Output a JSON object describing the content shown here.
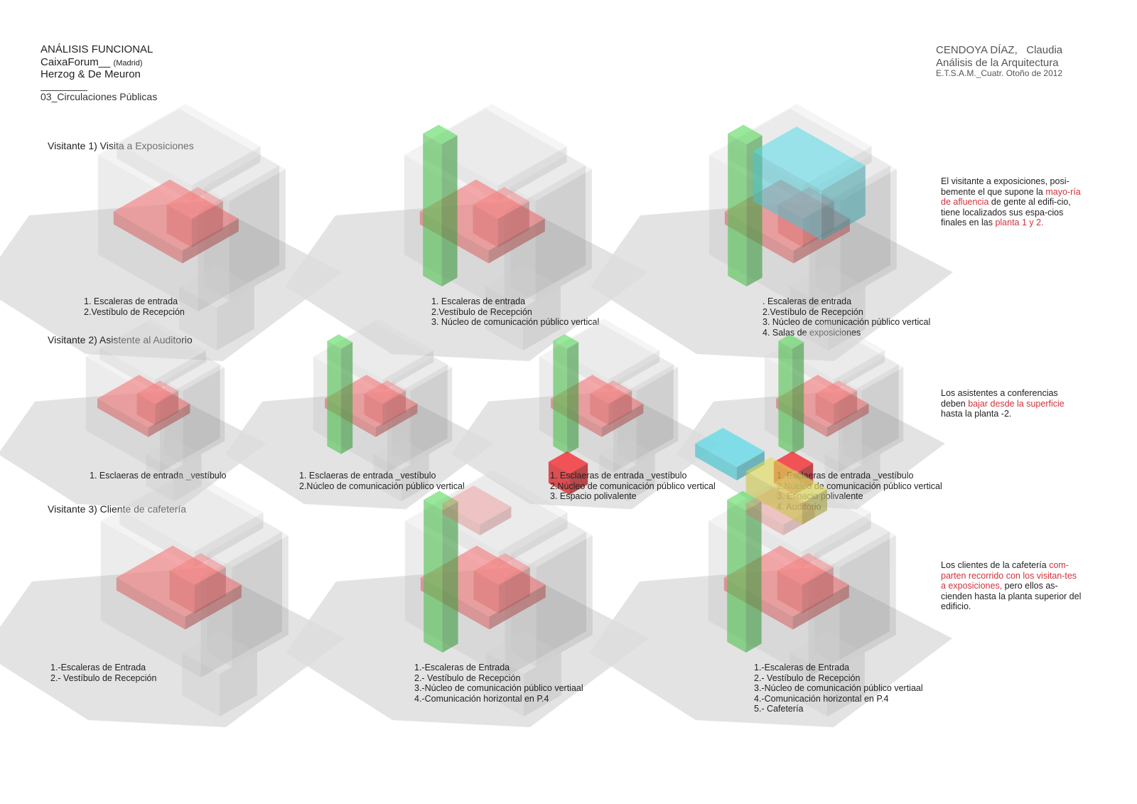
{
  "header": {
    "left": {
      "line1": "ANÁLISIS FUNCIONAL",
      "line2_main": "CaixaForum__",
      "line2_small": "(Madrid)",
      "line3": "Herzog & De Meuron",
      "line4": "03_Circulaciones Públicas"
    },
    "right": {
      "name_main": "CENDOYA DÍAZ,",
      "name_first": "Claudia",
      "course": "Análisis de la  Arquitectura",
      "school": "E.T.S.A.M._Cuatr. Otoño de 2012"
    }
  },
  "colors": {
    "vestibule": "#d96b6b",
    "vertical_core": "#4cc24f",
    "exhibition": "#4cc3cf",
    "multipurpose": "#d8282c",
    "cafeteria": "#c9c64a",
    "building": "#bcbcbc",
    "shadow": "#dcdcdc",
    "highlight_text": "#d0333a"
  },
  "sections": [
    {
      "title": "Visitante 1) Visita a Exposiciones",
      "diagrams": [
        {
          "captions": [
            "1. Escaleras de entrada",
            "2.Vestíbulo de Recepción"
          ]
        },
        {
          "captions": [
            "1. Escaleras de entrada",
            "2.Vestíbulo de Recepción",
            "3. Núcleo de comunicación público vertical"
          ]
        },
        {
          "captions": [
            ". Escaleras de entrada",
            "2.Vestíbulo de Recepción",
            "3. Núcleo de comunicación público vertical",
            "4. Salas de exposiciones"
          ]
        }
      ],
      "note": {
        "t1": "El visitante a exposiciones, posi-bemente el que supone la ",
        "h1": "mayo-ría de afluencia",
        "t2": " de gente al edifi-cio, tiene localizados sus espa-cios finales en las ",
        "h2": "planta 1 y 2."
      }
    },
    {
      "title": "Visitante 2) Asistente al  Auditorio",
      "diagrams": [
        {
          "captions": [
            "1. Esclaeras de entrada _vestíbulo"
          ]
        },
        {
          "captions": [
            "1. Esclaeras de entrada _vestíbulo",
            "2.Núcleo de comunicación público vertical"
          ]
        },
        {
          "captions": [
            "1. Esclaeras de entrada _vestíbulo",
            "2.Núcleo de comunicación público vertical",
            "3. Espacio polivalente"
          ]
        },
        {
          "captions": [
            "1. Esclaeras de entrada _vestíbulo",
            "2.Núcleo de comunicación público vertical",
            "3. Espacio polivalente",
            "4. Auditorio"
          ]
        }
      ],
      "note": {
        "t1": "Los asistentes a conferencias deben ",
        "h1": "bajar desde la superficie",
        "t2": " hasta la planta -2."
      }
    },
    {
      "title": "Visitante 3) Cliente de cafetería",
      "diagrams": [
        {
          "captions": [
            "1.-Escaleras de Entrada",
            "2.- Vestíbulo de Recepción"
          ]
        },
        {
          "captions": [
            "1.-Escaleras de Entrada",
            "2.- Vestíbulo de Recepción",
            "3.-Núcleo de comunicación público vertiaal",
            "4.-Comunicación horizontal en P.4"
          ]
        },
        {
          "captions": [
            "1.-Escaleras de Entrada",
            "2.- Vestíbulo de Recepción",
            "3.-Núcleo de comunicación público vertiaal",
            "4.-Comunicación horizontal en P.4",
            "5.- Cafetería"
          ]
        }
      ],
      "note": {
        "t1": "Los clientes de la cafetería ",
        "h1": "com-parten recorrido con los visitan-tes a exposiciones,",
        "t2": " pero ellos as-cienden hasta la planta superior del edificio."
      }
    }
  ]
}
